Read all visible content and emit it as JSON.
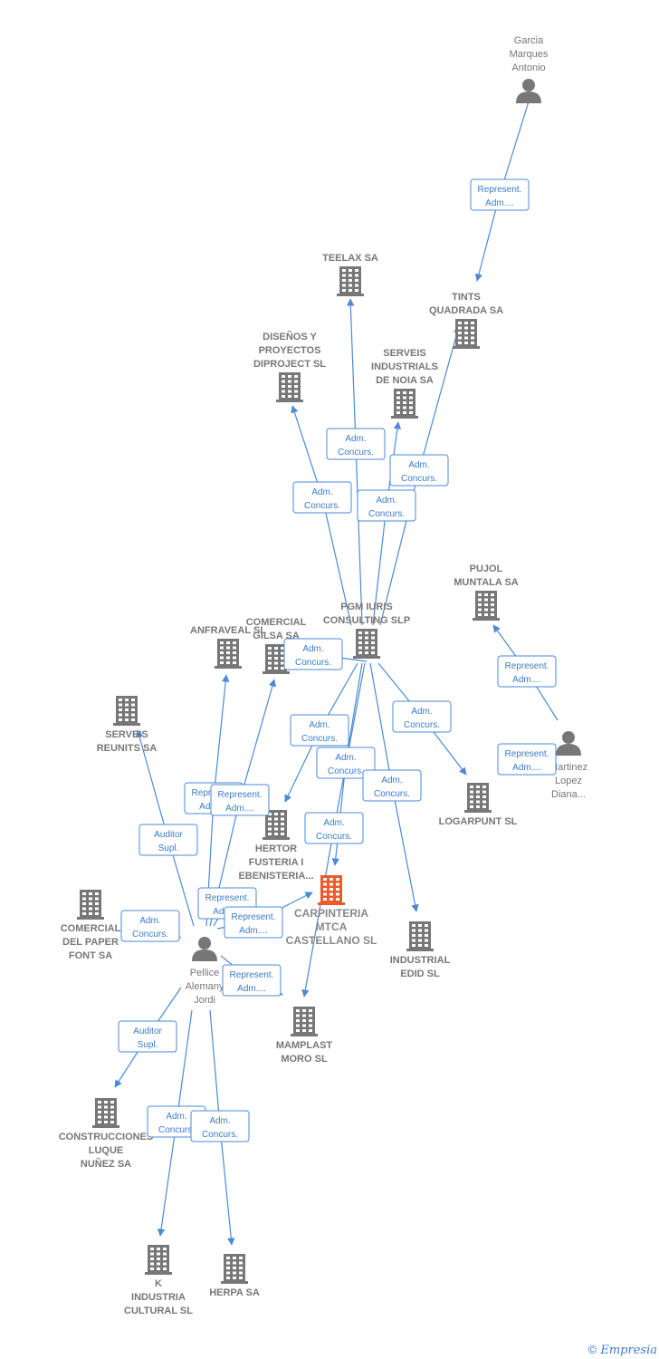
{
  "colors": {
    "edge": "#4a8ad8",
    "node": "#777777",
    "main_node": "#f05a2a"
  },
  "nodes": [
    {
      "id": "garcia",
      "type": "person",
      "lines": [
        "Garcia",
        "Marques",
        "Antonio"
      ]
    },
    {
      "id": "tints",
      "type": "company",
      "lines": [
        "TINTS",
        "QUADRADA SA"
      ]
    },
    {
      "id": "teelax",
      "type": "company",
      "lines": [
        "TEELAX SA"
      ]
    },
    {
      "id": "disenos",
      "type": "company",
      "lines": [
        "DISEÑOS Y",
        "PROYECTOS",
        "DIPROJECT SL"
      ]
    },
    {
      "id": "serveis_ind",
      "type": "company",
      "lines": [
        "SERVEIS",
        "INDUSTRIALS",
        "DE NOIA SA"
      ]
    },
    {
      "id": "pujol",
      "type": "company",
      "lines": [
        "PUJOL",
        "MUNTALA SA"
      ]
    },
    {
      "id": "pgm",
      "type": "company",
      "lines": [
        "PGM IURIS",
        "CONSULTING SLP"
      ]
    },
    {
      "id": "comercial_gilsa",
      "type": "company",
      "lines": [
        "COMERCIAL",
        "GILSA SA"
      ]
    },
    {
      "id": "anfraveal",
      "type": "company",
      "lines": [
        "ANFRAVEAL SL"
      ]
    },
    {
      "id": "serveis_reunits",
      "type": "company",
      "lines": [
        "SERVEIS",
        "REUNITS SA"
      ]
    },
    {
      "id": "martinez",
      "type": "person",
      "lines": [
        "Martinez",
        "Lopez",
        "Diana..."
      ]
    },
    {
      "id": "logarpunt",
      "type": "company",
      "lines": [
        "LOGARPUNT SL"
      ]
    },
    {
      "id": "hertor",
      "type": "company",
      "lines": [
        "HERTOR",
        "FUSTERIA I",
        "EBENISTERIA..."
      ]
    },
    {
      "id": "carpinteria",
      "type": "main",
      "lines": [
        "CARPINTERIA",
        "MTCA",
        "CASTELLANO SL"
      ]
    },
    {
      "id": "industrial_edid",
      "type": "company",
      "lines": [
        "INDUSTRIAL",
        "EDID SL"
      ]
    },
    {
      "id": "comercial_paper",
      "type": "company",
      "lines": [
        "COMERCIAL",
        "DEL PAPER",
        "FONT SA"
      ]
    },
    {
      "id": "pellice",
      "type": "person",
      "lines": [
        "Pellice",
        "Alemany",
        "Jordi"
      ]
    },
    {
      "id": "mamplast",
      "type": "company",
      "lines": [
        "MAMPLAST",
        "MORO SL"
      ]
    },
    {
      "id": "construcciones",
      "type": "company",
      "lines": [
        "CONSTRUCCIONES",
        "LUQUE",
        "NUÑEZ SA"
      ]
    },
    {
      "id": "k_industria",
      "type": "company",
      "lines": [
        "K",
        "INDUSTRIA",
        "CULTURAL SL"
      ]
    },
    {
      "id": "herpa",
      "type": "company",
      "lines": [
        "HERPA SA"
      ]
    }
  ],
  "edges": [
    {
      "from": "garcia",
      "to": "tints",
      "label": [
        "Represent.",
        "Adm...."
      ]
    },
    {
      "from": "pgm",
      "to": "teelax",
      "label": [
        "Adm.",
        "Concurs."
      ]
    },
    {
      "from": "pgm",
      "to": "disenos",
      "label": [
        "Adm.",
        "Concurs."
      ]
    },
    {
      "from": "pgm",
      "to": "serveis_ind",
      "label": [
        "Adm.",
        "Concurs."
      ]
    },
    {
      "from": "pgm",
      "to": "tints",
      "label": [
        "Adm.",
        "Concurs."
      ]
    },
    {
      "from": "pgm",
      "to": "comercial_gilsa",
      "label": [
        "Adm.",
        "Concurs."
      ]
    },
    {
      "from": "pgm",
      "to": "hertor",
      "label": [
        "Adm.",
        "Concurs."
      ]
    },
    {
      "from": "pgm",
      "to": "carpinteria",
      "label": [
        "Adm.",
        "Concurs."
      ]
    },
    {
      "from": "pgm",
      "to": "mamplast",
      "label": [
        "Adm.",
        "Concurs."
      ]
    },
    {
      "from": "pgm",
      "to": "industrial_edid",
      "label": [
        "Adm.",
        "Concurs."
      ]
    },
    {
      "from": "pgm",
      "to": "logarpunt",
      "label": [
        "Adm.",
        "Concurs."
      ]
    },
    {
      "from": "martinez",
      "to": "pujol",
      "label": [
        "Represent.",
        "Adm...."
      ]
    },
    {
      "from": "pellice",
      "to": "anfraveal",
      "label": [
        "Represent.",
        "Adm...."
      ]
    },
    {
      "from": "pellice",
      "to": "comercial_gilsa",
      "label": [
        "Represent.",
        "Adm...."
      ]
    },
    {
      "from": "pellice",
      "to": "serveis_reunits",
      "label": [
        "Auditor",
        "Supl."
      ]
    },
    {
      "from": "pellice",
      "to": "hertor",
      "label": [
        "Represent.",
        "Adm...."
      ]
    },
    {
      "from": "pellice",
      "to": "carpinteria",
      "label": [
        "Represent.",
        "Adm...."
      ]
    },
    {
      "from": "pellice",
      "to": "comercial_paper",
      "label": [
        "Adm.",
        "Concurs."
      ]
    },
    {
      "from": "pellice",
      "to": "mamplast",
      "label": [
        "Represent.",
        "Adm...."
      ]
    },
    {
      "from": "pellice",
      "to": "construcciones",
      "label": [
        "Auditor",
        "Supl."
      ]
    },
    {
      "from": "pellice",
      "to": "k_industria",
      "label": [
        "Adm.",
        "Concurs."
      ]
    },
    {
      "from": "pellice",
      "to": "herpa",
      "label": [
        "Adm.",
        "Concurs."
      ]
    },
    {
      "from": "martinez",
      "to": "logarpunt",
      "label": [
        "Represent.",
        "Adm...."
      ]
    }
  ],
  "footer": {
    "copyright": "©",
    "brand": "Empresia"
  }
}
